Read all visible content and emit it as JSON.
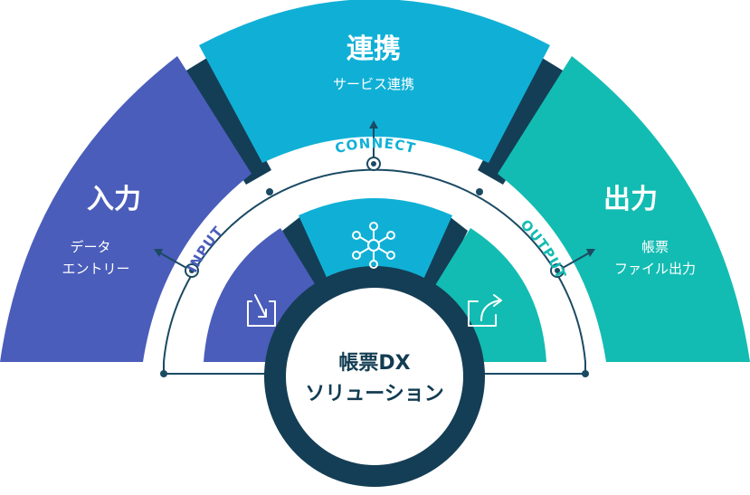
{
  "colors": {
    "input": "#4a5dba",
    "connect": "#10b0d6",
    "output": "#12bcb2",
    "dark": "#143e55",
    "ring": "#1b4a63",
    "white": "#ffffff"
  },
  "outer": {
    "input": {
      "title": "入力",
      "lines": [
        "データ",
        "エントリー"
      ]
    },
    "connect": {
      "title": "連携",
      "lines": [
        "サービス連携"
      ]
    },
    "output": {
      "title": "出力",
      "lines": [
        "帳票",
        "ファイル出力"
      ]
    }
  },
  "ring_labels": {
    "input": "INPUT",
    "connect": "CONNECT",
    "output": "OUTPUT"
  },
  "center": {
    "line1": "帳票DX",
    "line2": "ソリューション"
  },
  "icons": {
    "input": "import-arrow-icon",
    "connect": "network-hub-icon",
    "output": "export-arrow-icon"
  }
}
